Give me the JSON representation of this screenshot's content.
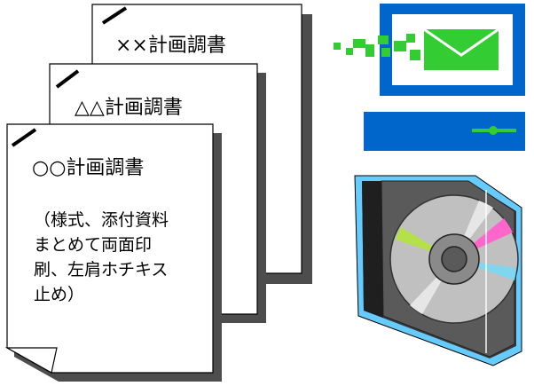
{
  "documents": [
    {
      "title": "××計画調書"
    },
    {
      "title": "△△計画調書"
    },
    {
      "title": "○○計画調書",
      "note_lines": [
        "（様式、添付資料",
        "まとめて両面印",
        "刷、左肩ホチキス",
        "止め）"
      ]
    }
  ],
  "icons": {
    "email": "email-monitor-icon",
    "disc": "cd-case-icon"
  },
  "colors": {
    "monitor_blue": "#0066cc",
    "envelope_green": "#33cc33",
    "shadow_gray": "#4d4d4d",
    "cd_case_outline": "#66ccff"
  }
}
